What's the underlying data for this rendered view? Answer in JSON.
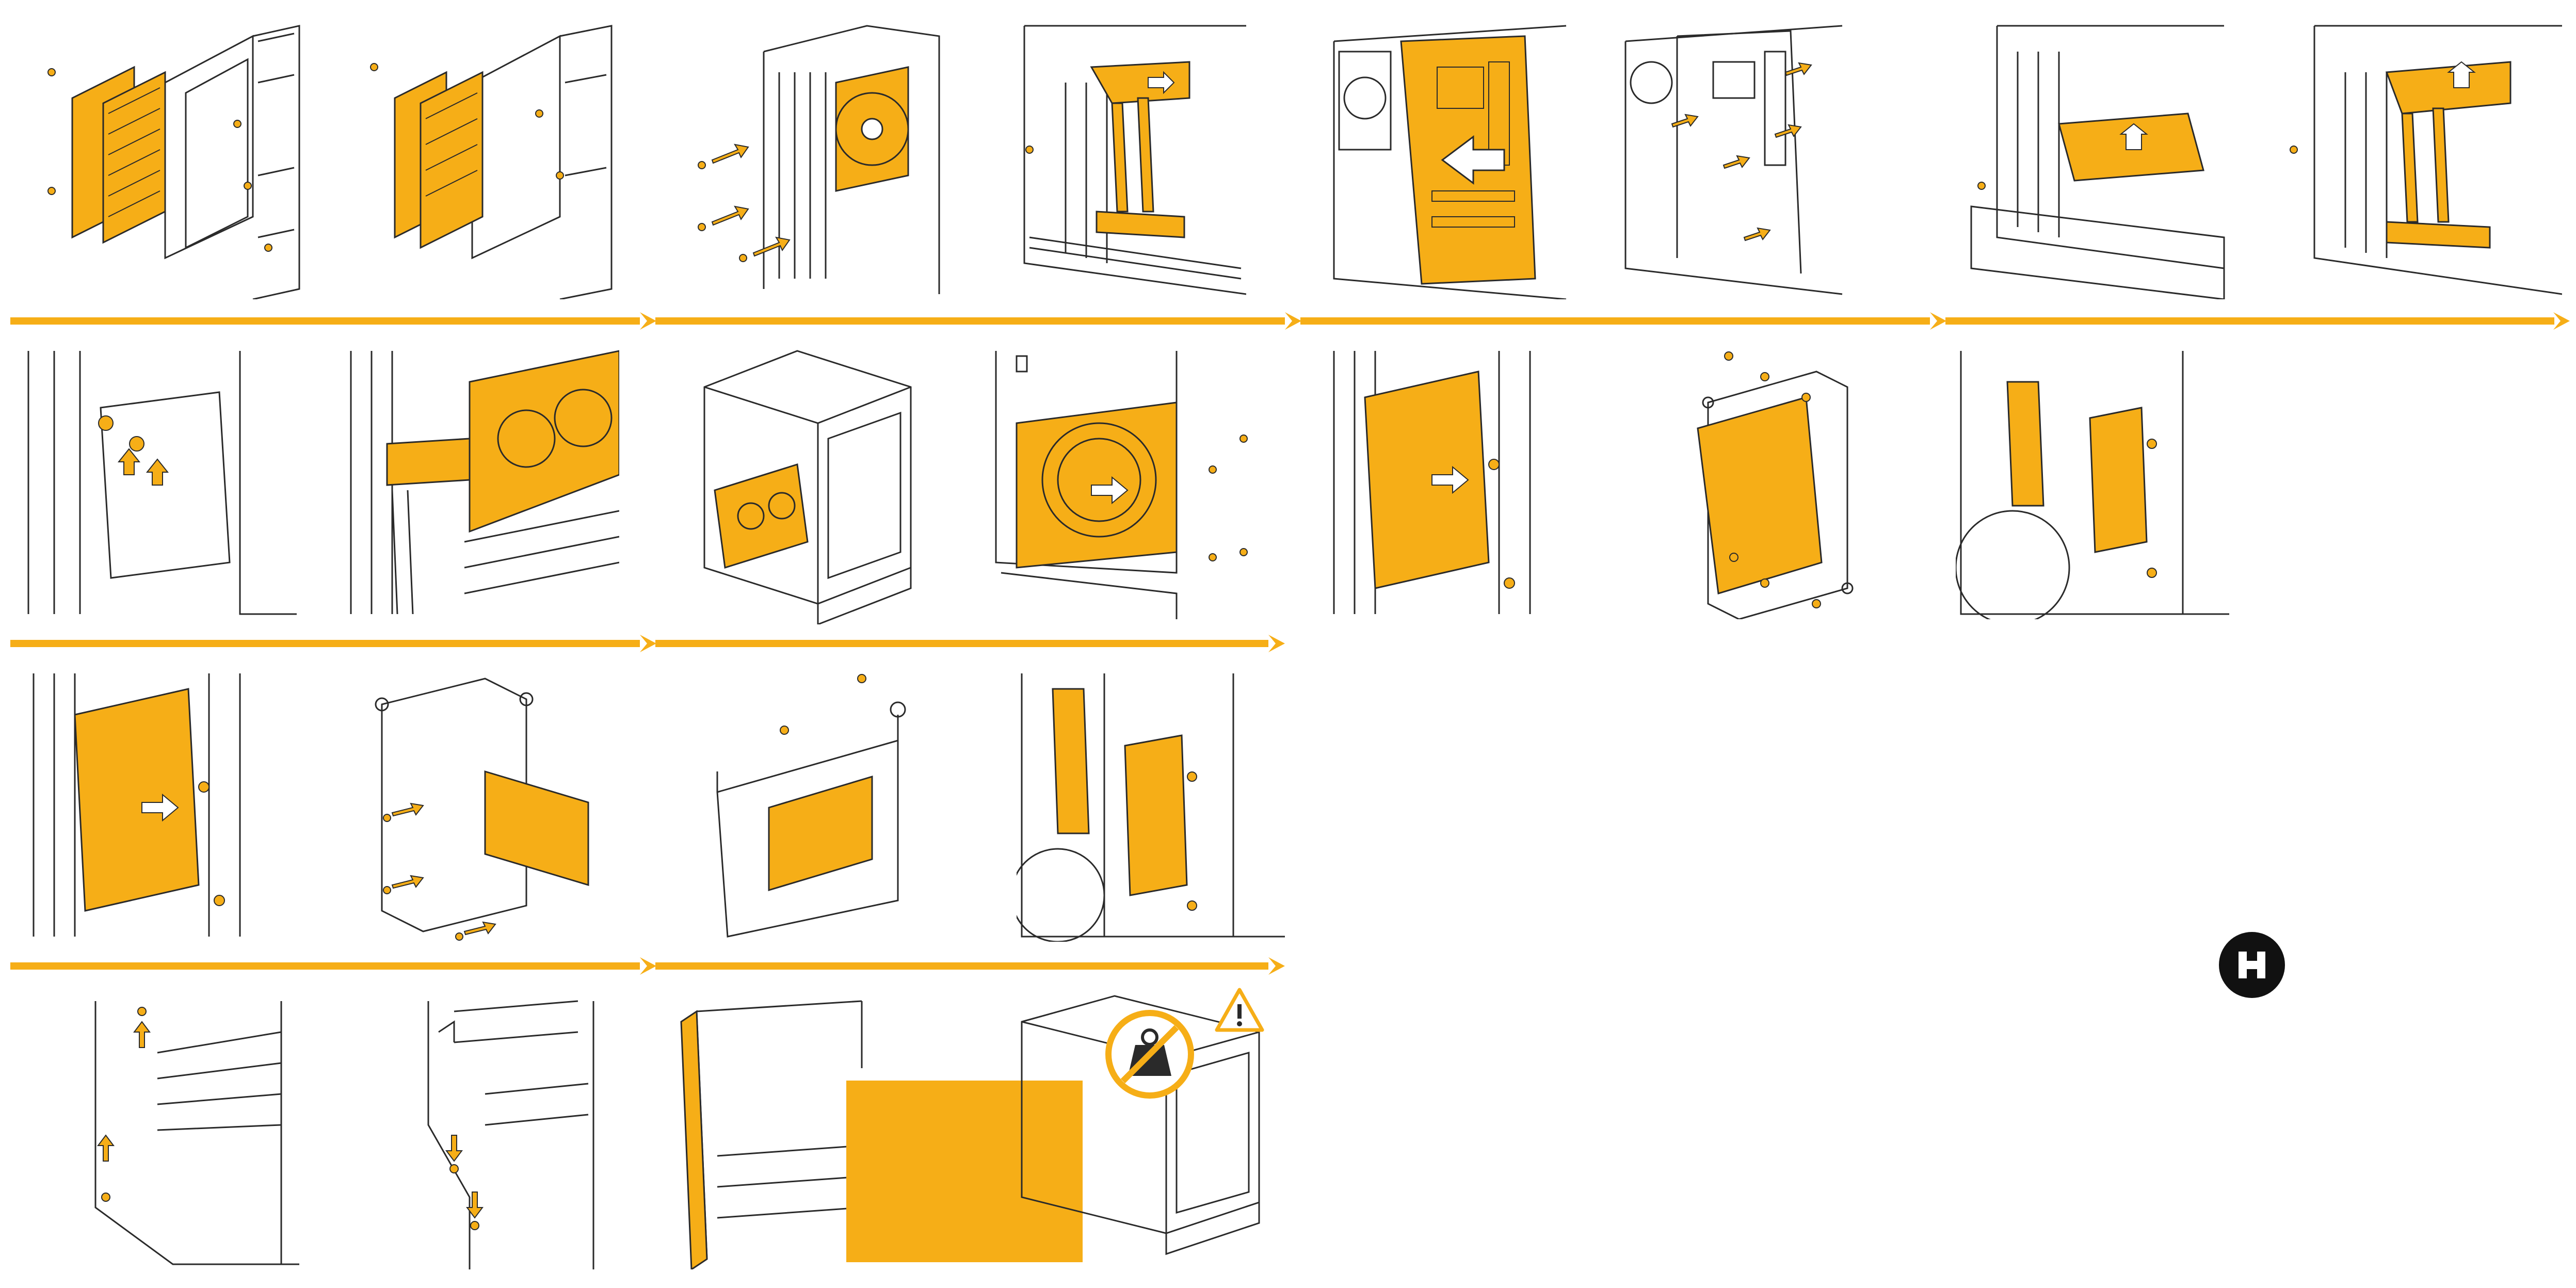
{
  "colors": {
    "accent": "#F6AE17",
    "line": "#2a2a2a",
    "background": "#ffffff",
    "logo_bg": "#111111"
  },
  "rows": [
    {
      "name": "row-1",
      "steps": 4,
      "panels_per_step": 2
    },
    {
      "name": "row-2",
      "steps": 4,
      "panels_per_step": 2
    },
    {
      "name": "row-3",
      "steps": 2,
      "panels_per_step": 2
    },
    {
      "name": "row-4",
      "steps": 2,
      "panels_per_step": 2
    }
  ],
  "icons": {
    "warning": "warning-triangle-icon",
    "no_weight": "no-weight-icon",
    "brand_logo": "brand-logo-icon",
    "direction_arrow": "direction-arrow-icon",
    "screw": "screw-icon"
  }
}
